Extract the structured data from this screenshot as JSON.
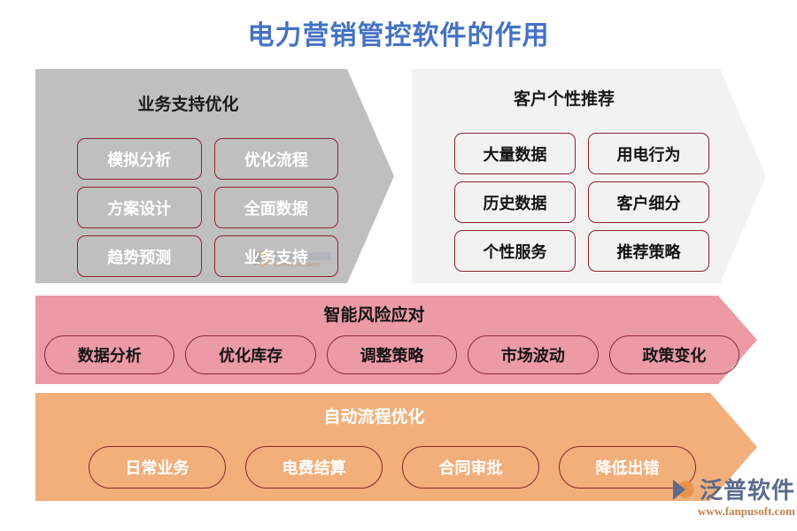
{
  "page": {
    "title": "电力营销管控软件的作用",
    "title_color": "#4472C4",
    "background": "#FFFFFF"
  },
  "panels": [
    {
      "id": "business-support",
      "title": "业务支持优化",
      "shape": "right-arrow",
      "fill": "#BFBFBF",
      "title_color": "#1A1A1A",
      "chip_text_color": "#FFFFFF",
      "chip_border_color": "#8C2332",
      "chips": [
        "模拟分析",
        "优化流程",
        "方案设计",
        "全面数据",
        "趋势预测",
        "业务支持"
      ]
    },
    {
      "id": "customer-recommendation",
      "title": "客户个性推荐",
      "shape": "right-arrow",
      "fill": "#F2F2F2",
      "title_color": "#1A1A1A",
      "chip_text_color": "#141414",
      "chip_border_color": "#8C2332",
      "chips": [
        "大量数据",
        "用电行为",
        "历史数据",
        "客户细分",
        "个性服务",
        "推荐策略"
      ]
    },
    {
      "id": "risk-response",
      "title": "智能风险应对",
      "shape": "right-arrow",
      "fill": "#EC9AA6",
      "title_color": "#141414",
      "chip_text_color": "#141414",
      "chip_border_color": "#8C2332",
      "chips": [
        "数据分析",
        "优化库存",
        "调整策略",
        "市场波动",
        "政策变化"
      ]
    },
    {
      "id": "process-automation",
      "title": "自动流程优化",
      "shape": "right-arrow",
      "fill": "#F2AF7B",
      "title_color": "#FFFFFF",
      "chip_text_color": "#FFFFFF",
      "chip_border_color": "#8C2332",
      "chips": [
        "日常业务",
        "电费结算",
        "合同审批",
        "降低出错"
      ]
    }
  ],
  "brand": {
    "name": "泛普软件",
    "url": "www.fanpusoft.com",
    "word_color": "#5B6B8C",
    "url_color": "#C0804A",
    "mark_primary": "#5B6B8C",
    "mark_accent": "#E8924A"
  }
}
